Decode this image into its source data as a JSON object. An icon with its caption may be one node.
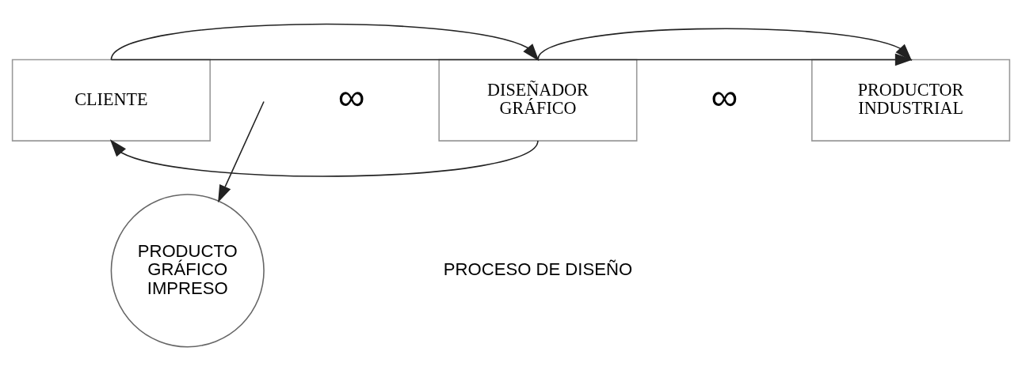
{
  "diagram": {
    "nodes": [
      {
        "text": [
          "CLIENTE"
        ]
      },
      {
        "text": [
          "DISEÑADOR GRÁFICO"
        ]
      },
      {
        "text": [
          "PRODUCTOR INDUSTRIAL"
        ]
      },
      {
        "text": [
          "PRODUCTO GRÁFICO IMPRESO"
        ]
      }
    ],
    "edges": [
      {
        "from": 0,
        "to": 1,
        "arrow": "to"
      },
      {
        "from": 0,
        "to": 2,
        "arrow": "to"
      },
      {
        "from": 1,
        "to": 0,
        "arrow": "to"
      },
      {
        "from": 1,
        "to": 2,
        "arrow": "to"
      },
      {
        "from": null,
        "to": 3,
        "arrow": "to"
      }
    ],
    "labels": [
      "∞",
      "∞",
      "PROCESO DE DISEÑO"
    ]
  }
}
